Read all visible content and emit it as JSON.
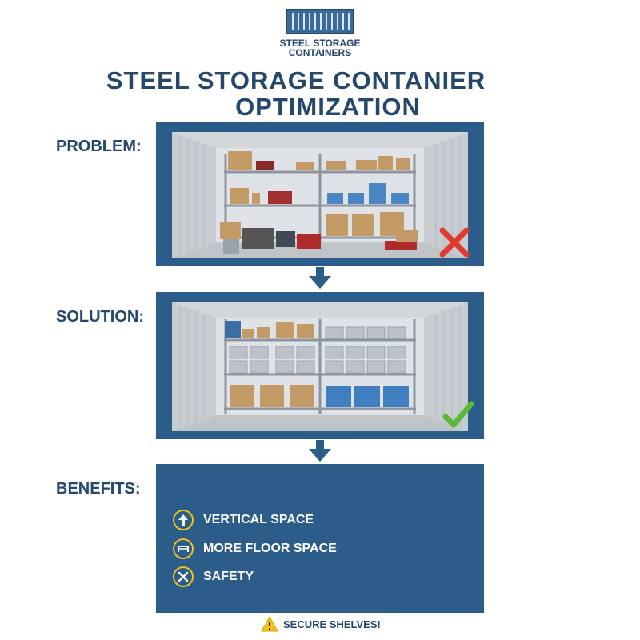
{
  "logo": {
    "line1": "STEEL STORAGE",
    "line2": "CONTAINERS",
    "icon": "shipping-container-icon"
  },
  "title": {
    "line1": "STEEL STORAGE CONTANIER",
    "line2": "OPTIMIZATION"
  },
  "sections": {
    "problem": {
      "label": "PROBLEM:",
      "status_icon": "red-x-icon"
    },
    "solution": {
      "label": "SOLUTION:",
      "status_icon": "green-check-icon"
    },
    "benefits": {
      "label": "BENEFITS:",
      "items": [
        {
          "icon": "up-arrow-icon",
          "label": "VERTICAL SPACE"
        },
        {
          "icon": "floor-space-icon",
          "label": "MORE FLOOR SPACE"
        },
        {
          "icon": "crossed-tools-icon",
          "label": "SAFETY"
        }
      ]
    }
  },
  "footer": {
    "icon": "warning-icon",
    "label": "SECURE SHELVES!"
  },
  "colors": {
    "navy": "#24476b",
    "panel_blue": "#2b5c8a",
    "accent_yellow": "#f2c21a",
    "error_red": "#e03a2f",
    "ok_green": "#5cb83a"
  }
}
